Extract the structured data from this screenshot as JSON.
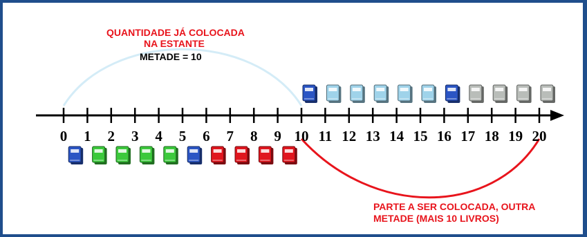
{
  "top_annotation": {
    "line1": "QUANTIDADE JÁ COLOCADA",
    "line2": "NA ESTANTE",
    "line3": "METADE = 10"
  },
  "bottom_annotation": {
    "line1": "PARTE A SER COLOCADA, OUTRA",
    "line2": "METADE (MAIS 10 LIVROS)"
  },
  "number_line": {
    "ticks": [
      "0",
      "1",
      "2",
      "3",
      "4",
      "5",
      "6",
      "7",
      "8",
      "9",
      "10",
      "11",
      "12",
      "13",
      "14",
      "15",
      "16",
      "17",
      "18",
      "19",
      "20"
    ]
  },
  "books_below": [
    "blue",
    "green",
    "green",
    "green",
    "green",
    "blue",
    "red",
    "red",
    "red",
    "red"
  ],
  "books_above": [
    "blue",
    "lightblue",
    "lightblue",
    "lightblue",
    "lightblue",
    "lightblue",
    "blue",
    "gray",
    "gray",
    "gray",
    "gray"
  ],
  "colors": {
    "border": "#1f4e8c",
    "annotation_red": "#e8141c",
    "arc_top": "#d4ecf7",
    "arc_bottom": "#e8141c",
    "blue": "#2b55c4",
    "green": "#3cc93c",
    "red": "#e0161e",
    "lightblue": "#9fd3ea",
    "gray": "#b9bdb9"
  }
}
